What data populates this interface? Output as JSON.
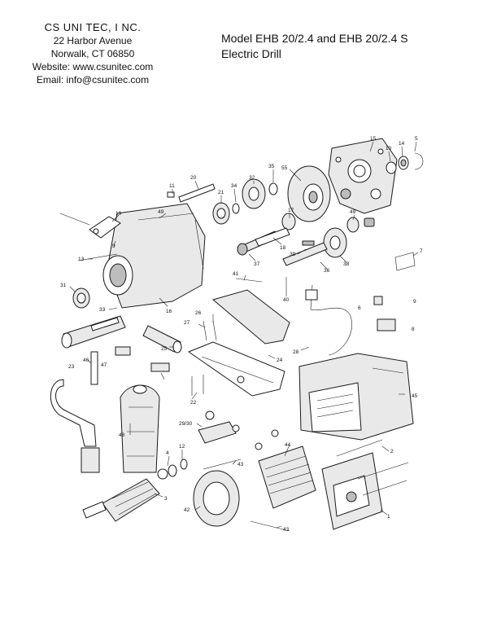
{
  "header": {
    "company_name": "CS UNI TEC, I NC.",
    "address_line1": "22 Harbor Avenue",
    "address_line2": "Norwalk, CT 06850",
    "website": "Website: www.csunitec.com",
    "email": "Email: info@csunitec.com"
  },
  "title": {
    "line1": "Model EHB 20/2.4 and EHB 20/2.4 S",
    "line2": "Electric Drill"
  },
  "diagram": {
    "labels": [
      "15",
      "10",
      "14",
      "5",
      "55",
      "35",
      "20",
      "32",
      "34",
      "21",
      "11",
      "49",
      "19",
      "9",
      "17",
      "49",
      "18",
      "13",
      "37",
      "39",
      "36",
      "38",
      "7",
      "40",
      "41",
      "31",
      "16",
      "33",
      "6",
      "9",
      "8",
      "27",
      "26",
      "28",
      "25",
      "24",
      "23",
      "47",
      "46",
      "45",
      "22",
      "29/30",
      "48",
      "44",
      "4",
      "12",
      "2",
      "43",
      "3",
      "42",
      "43",
      "1"
    ]
  }
}
